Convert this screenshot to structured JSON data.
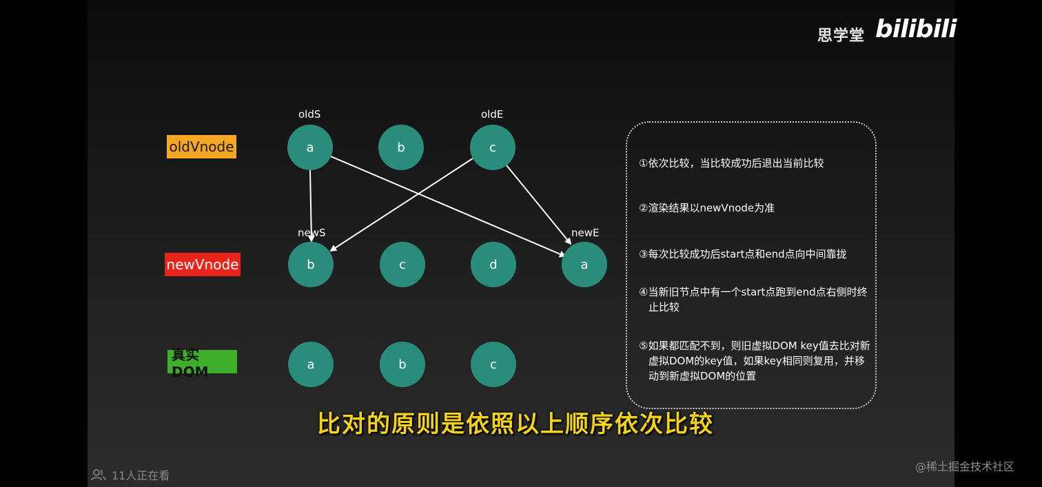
{
  "branding": {
    "channel": "思学堂",
    "platform": "bilibili"
  },
  "rows": {
    "old": "oldVnode",
    "new": "newVnode",
    "dom": "真实DOM"
  },
  "old_nodes": [
    "a",
    "b",
    "c"
  ],
  "new_nodes": [
    "b",
    "c",
    "d",
    "a"
  ],
  "dom_nodes": [
    "a",
    "b",
    "c"
  ],
  "pointers": {
    "oldS": "oldS",
    "oldE": "oldE",
    "newS": "newS",
    "newE": "newE"
  },
  "rules": [
    "①依次比较，当比较成功后退出当前比较",
    "②渲染结果以newVnode为准",
    "③每次比较成功后start点和end点向中间靠拢",
    "④当新旧节点中有一个start点跑到end点右侧时终止比较",
    "⑤如果都匹配不到，则旧虚拟DOM key值去比对新虚拟DOM的key值，如果key相同则复用，并移动到新虚拟DOM的位置"
  ],
  "subtitle": "比对的原则是依照以上顺序依次比较",
  "viewers": "11人正在看",
  "watermark": "@稀土掘金技术社区",
  "colors": {
    "node": "#2a8c7a",
    "old_tag": "#f5a623",
    "new_tag": "#e8241a",
    "dom_tag": "#3fae2a",
    "subtitle": "#f3d21b"
  },
  "icons": {
    "viewers": "people-icon"
  }
}
